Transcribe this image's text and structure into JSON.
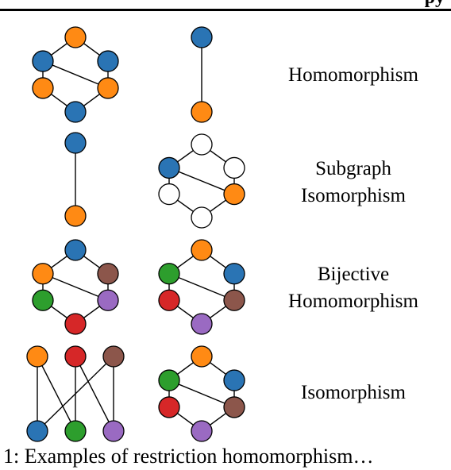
{
  "header_fragment": "py",
  "caption_fragment": "1: Examples of restriction homomorphism…",
  "rows": [
    {
      "label": "Homomorphism"
    },
    {
      "label": "Subgraph\nIsomorphism"
    },
    {
      "label": "Bijective\nHomomorphism"
    },
    {
      "label": "Isomorphism"
    }
  ],
  "colors": {
    "blue": "#2a74b4",
    "orange": "#ff8a14",
    "green": "#2d9e2d",
    "red": "#d62728",
    "purple": "#9a6ac2",
    "brown": "#8c564b",
    "white": "#ffffff"
  }
}
